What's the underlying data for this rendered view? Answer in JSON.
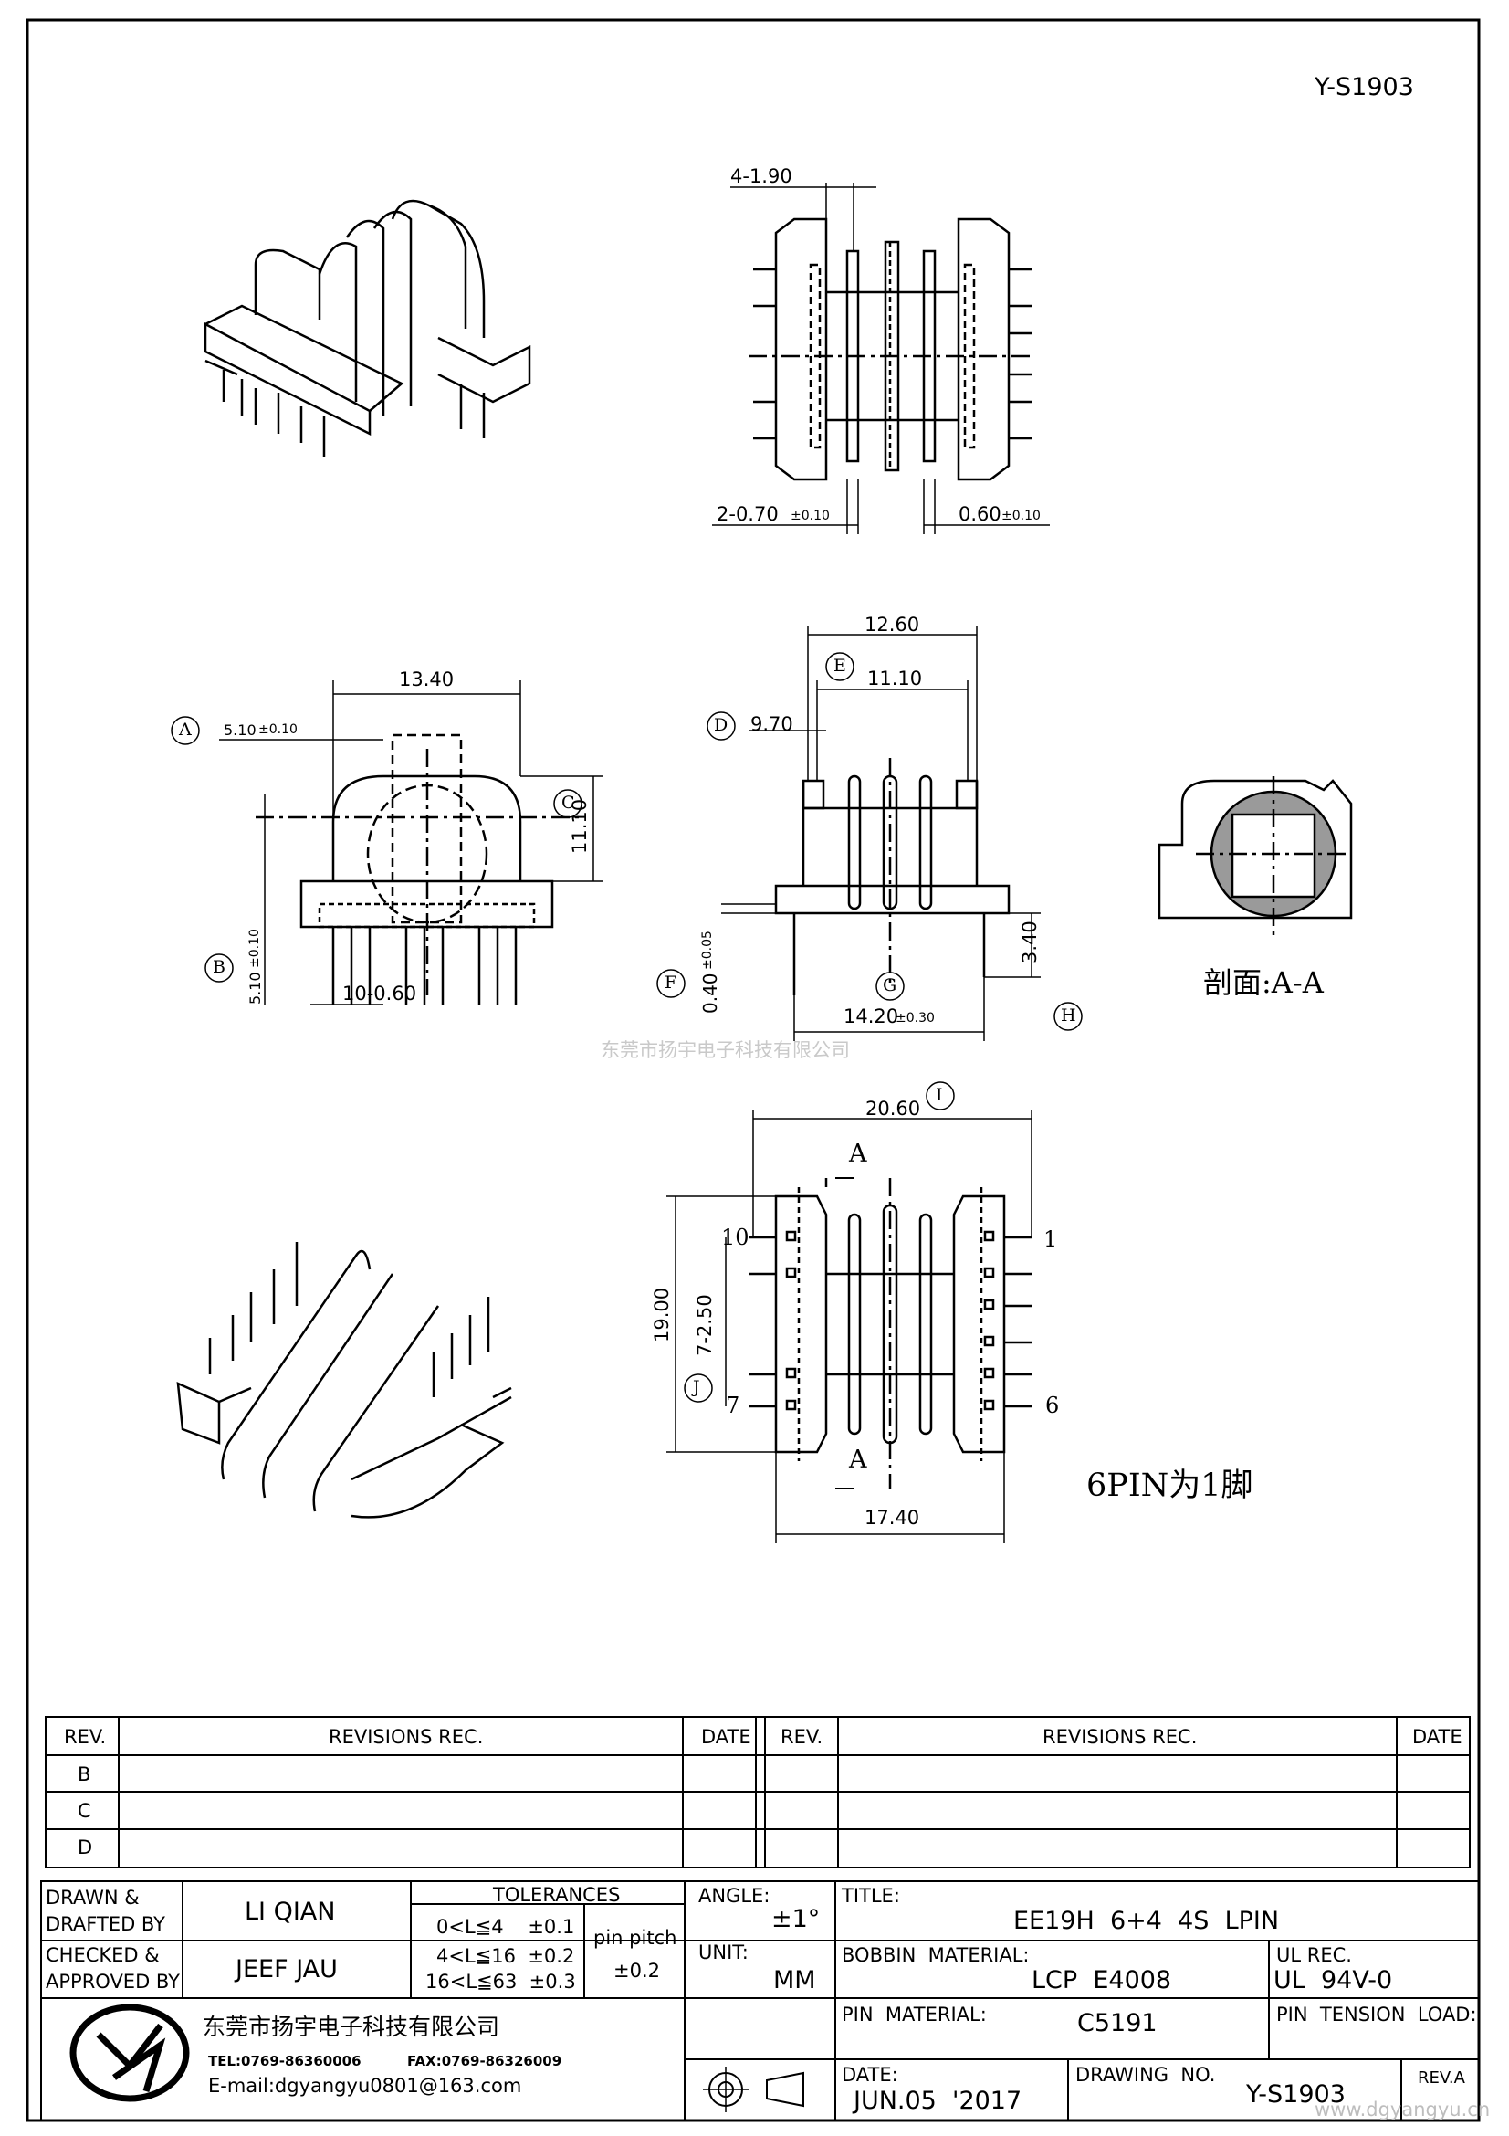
{
  "drawing_no_top": "Y-S1903",
  "watermark_center": "东莞市扬宇电子科技有限公司",
  "watermark_corner": "www.dgyangyu.cn",
  "dims": {
    "pin_width_top": "4-1.90",
    "flange_thick": "2-0.70",
    "flange_tol": "±0.10",
    "center_thick": "0.60",
    "center_tol": "±0.10",
    "width_1340": "13.40",
    "offset_a": "5.10",
    "offset_a_tol": "±0.10",
    "height_1110": "11.10",
    "offset_b": "5.10",
    "offset_b_tol": "±0.10",
    "pin_count_width": "10-0.60",
    "width_1260": "12.60",
    "width_1110": "11.10",
    "width_970": "9.70",
    "pin_thick": "0.40",
    "pin_thick_tol": "±0.05",
    "width_1420": "14.20",
    "width_1420_tol": "±0.30",
    "pin_len": "3.40",
    "width_2060": "20.60",
    "height_1900": "19.00",
    "pitch": "7-2.50",
    "width_1740": "17.40"
  },
  "callouts": [
    "A",
    "B",
    "C",
    "D",
    "E",
    "F",
    "G",
    "H",
    "I",
    "J"
  ],
  "section_marks": [
    "A",
    "A"
  ],
  "pin_labels": {
    "p10": "10",
    "p1": "1",
    "p7": "7",
    "p6": "6"
  },
  "section_label": "剖面:A-A",
  "pin_note": "6PIN为1脚",
  "revisions": {
    "rev_header": "REV.",
    "rec_header": "REVISIONS    REC.",
    "date_header": "DATE",
    "rows": [
      "B",
      "C",
      "D"
    ]
  },
  "title_block": {
    "drawn_label_1": "DRAWN &",
    "drawn_label_2": "DRAFTED BY",
    "drawn_name": "LI QIAN",
    "checked_label_1": "CHECKED &",
    "checked_label_2": "APPROVED BY",
    "checked_name": "JEEF JAU",
    "tolerances_header": "TOLERANCES",
    "tol_1": "0<L≦4    ±0.1",
    "tol_2": "4<L≦16  ±0.2",
    "tol_3": "16<L≦63  ±0.3",
    "pin_pitch_label": "pin pitch",
    "pin_pitch_tol": "±0.2",
    "angle_label": "ANGLE:",
    "angle_value": "±1°",
    "unit_label": "UNIT:",
    "unit_value": "MM",
    "title_label": "TITLE:",
    "title_value": "EE19H  6+4  4S  LPIN",
    "bobbin_label": "BOBBIN  MATERIAL:",
    "bobbin_value": "LCP  E4008",
    "ul_label": "UL REC.",
    "ul_value": "UL  94V-0",
    "pin_material_label": "PIN  MATERIAL:",
    "pin_material_value": "C5191",
    "pin_tension_label": "PIN  TENSION  LOAD:",
    "date_label": "DATE:",
    "date_value": "JUN.05  '2017",
    "drawing_no_label": "DRAWING  NO.",
    "drawing_no_value": "Y-S1903",
    "rev_label": "REV.A",
    "company": "东莞市扬宇电子科技有限公司",
    "tel": "TEL:0769-86360006",
    "fax": "FAX:0769-86326009",
    "email": "E-mail:dgyangyu0801@163.com"
  }
}
